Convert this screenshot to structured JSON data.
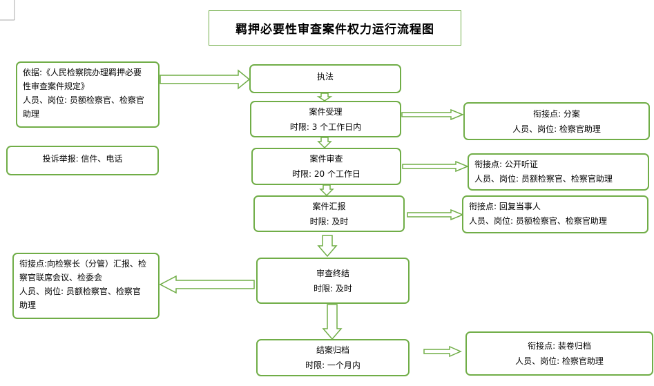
{
  "title": "羁押必要性审查案件权力运行流程图",
  "basis": {
    "line1": "依据:《人民检察院办理羁押必要",
    "line2": "性审查案件规定》",
    "line3": "人员、岗位: 员额检察官、检察官",
    "line4": "助理"
  },
  "complaint": "投诉举报: 信件、电话",
  "steps": [
    {
      "name": "执法",
      "limit": ""
    },
    {
      "name": "案件受理",
      "limit": "时限: 3 个工作日内"
    },
    {
      "name": "案件审查",
      "limit": "时限: 20 个工作日"
    },
    {
      "name": "案件汇报",
      "limit": "时限: 及时"
    },
    {
      "name": "审查终结",
      "limit": "时限: 及时"
    },
    {
      "name": "结案归档",
      "limit": "时限: 一个月内"
    }
  ],
  "links": [
    {
      "point": "衔接点: 分案",
      "staff": "人员、岗位: 检察官助理"
    },
    {
      "point": "衔接点: 公开听证",
      "staff": "人员、岗位: 员额检察官、检察官助理"
    },
    {
      "point": "衔接点: 回复当事人",
      "staff": "人员、岗位: 员额检察官、检察官助理"
    },
    {
      "point": "衔接点: 装卷归档",
      "staff": "人员、岗位: 检察官助理"
    }
  ],
  "report": {
    "line1": "衔接点:向检察长（分管）汇报、检",
    "line2": "察官联席会议、检委会",
    "line3": "人员、岗位: 员额检察官、检察官",
    "line4": "助理"
  },
  "colors": {
    "border": "#70ad47"
  }
}
